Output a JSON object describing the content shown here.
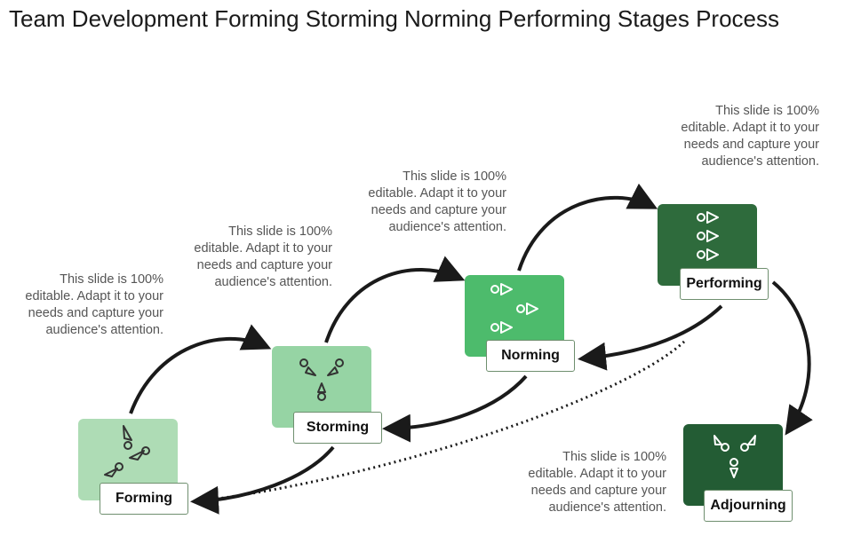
{
  "title": "Team Development Forming Storming Norming Performing Stages Process",
  "colors": {
    "forming": "#aedcb5",
    "storming": "#96d4a4",
    "norming": "#4dbb6c",
    "performing": "#2e6b3c",
    "adjourning": "#235c34",
    "arrow": "#1a1a1a"
  },
  "stages": [
    {
      "label": "Forming",
      "description": "This slide is 100% editable. Adapt it to your needs and capture your audience's attention.",
      "icon": "three-people-inward-icon"
    },
    {
      "label": "Storming",
      "description": "This slide is 100% editable. Adapt it to your needs and capture your audience's attention.",
      "icon": "three-people-diverging-icon"
    },
    {
      "label": "Norming",
      "description": "This slide is 100% editable. Adapt it to your needs and capture your audience's attention.",
      "icon": "staggered-people-icon"
    },
    {
      "label": "Performing",
      "description": "This slide is 100% editable. Adapt it to your needs and capture your audience's attention.",
      "icon": "aligned-people-icon"
    },
    {
      "label": "Adjourning",
      "description": "This slide is 100% editable. Adapt it to your needs and capture your audience's attention.",
      "icon": "dispersing-people-icon"
    }
  ]
}
